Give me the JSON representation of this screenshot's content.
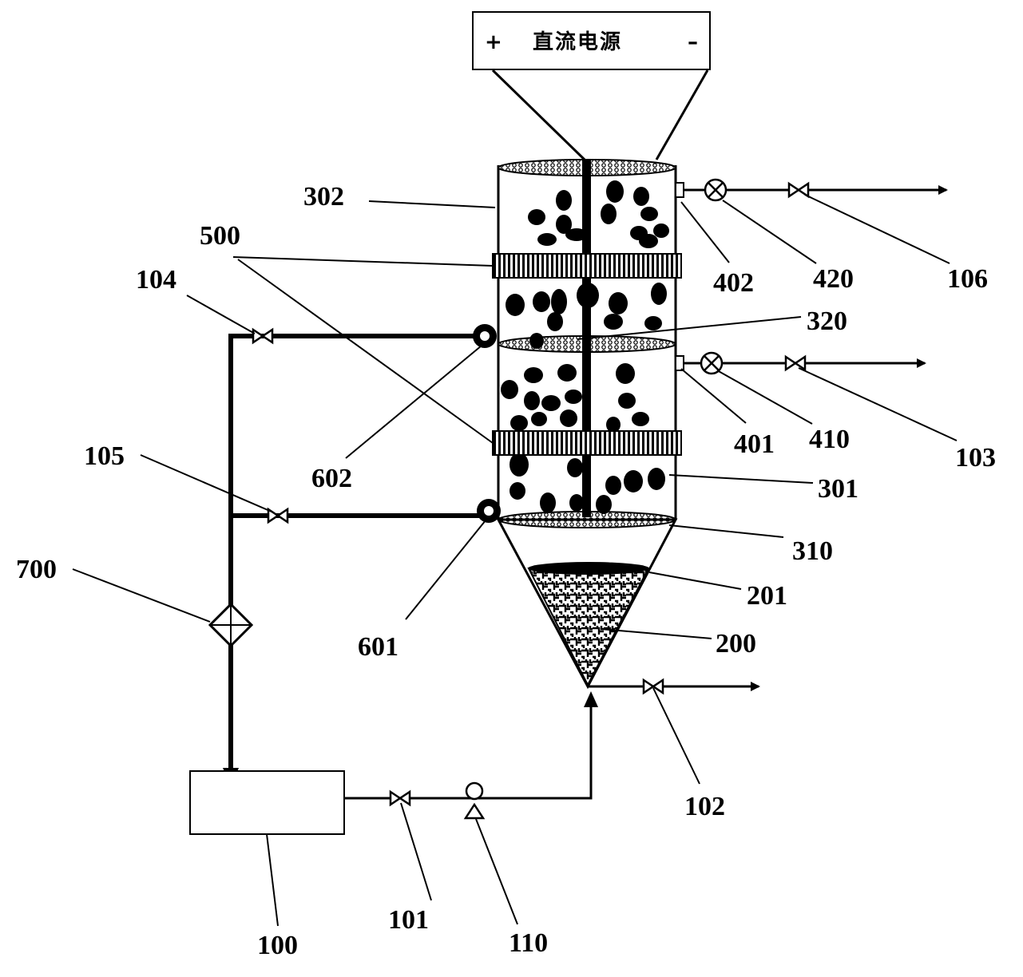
{
  "power_supply": {
    "plus": "+",
    "title": "直流电源",
    "minus": "–"
  },
  "labels": {
    "l100": "100",
    "l101": "101",
    "l102": "102",
    "l103": "103",
    "l104": "104",
    "l105": "105",
    "l106": "106",
    "l110": "110",
    "l200": "200",
    "l201": "201",
    "l301": "301",
    "l302": "302",
    "l310": "310",
    "l320": "320",
    "l401": "401",
    "l402": "402",
    "l410": "410",
    "l420": "420",
    "l500": "500",
    "l601": "601",
    "l602": "602",
    "l700": "700"
  }
}
